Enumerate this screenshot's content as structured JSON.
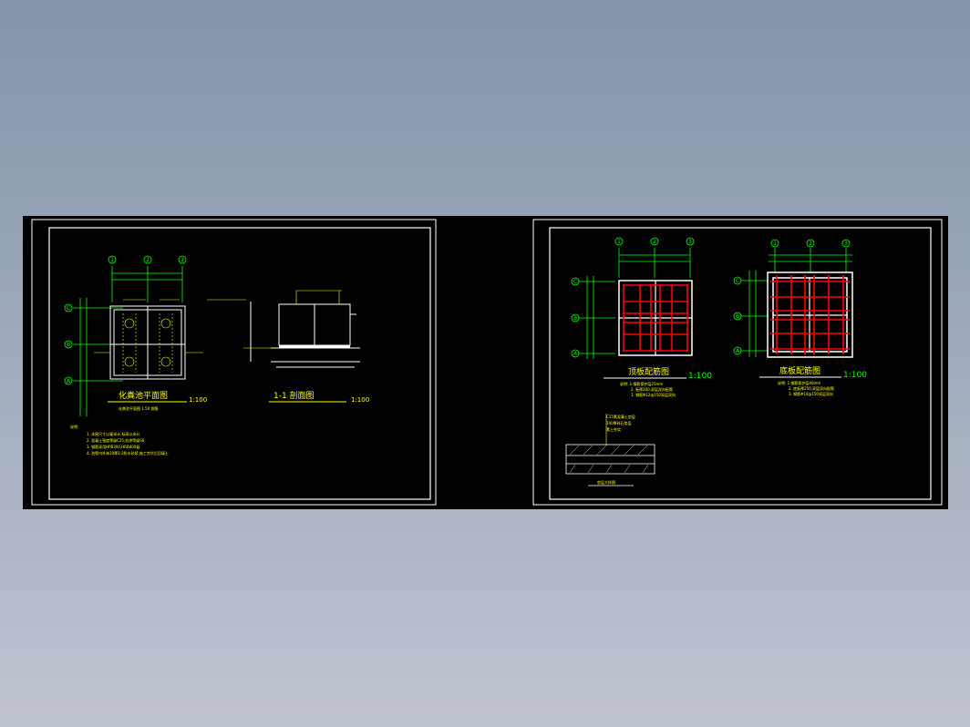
{
  "drawing": {
    "sheet1": {
      "plan": {
        "title": "化粪池平面图",
        "scale": "1:100",
        "axes_h": [
          "1",
          "2",
          "3"
        ],
        "axes_v": [
          "C",
          "B",
          "A"
        ],
        "note_under_title": "化粪池平面图 1:50 钢筋",
        "notes_heading": "说明:",
        "notes": [
          "1. 本图尺寸以毫米计,标高以米计",
          "2. 混凝土强度等级C25,抗渗等级S6",
          "3. 钢筋采用HPB300,HRB400级",
          "4. 池壁内外抹20厚1:2防水砂浆,施工完毕后回填土"
        ]
      },
      "section": {
        "title": "1-1 剖面图",
        "scale": "1:100"
      }
    },
    "sheet2": {
      "top_slab": {
        "title": "顶板配筋图",
        "scale": "1:100",
        "axes_h": [
          "1",
          "2",
          "3"
        ],
        "axes_v": [
          "C",
          "B",
          "A"
        ],
        "notes": [
          "说明: 1.钢筋保护层25mm",
          "2. 板厚200,双层双向配筋",
          "3. 钢筋Φ12@150双层双向"
        ]
      },
      "bottom_slab": {
        "title": "底板配筋图",
        "scale": "1:100",
        "axes_h": [
          "1",
          "2",
          "3"
        ],
        "axes_v": [
          "C",
          "B",
          "A"
        ],
        "notes": [
          "说明: 1.钢筋保护层40mm",
          "2. 底板厚250,双层双向配筋",
          "3. 钢筋Φ14@150双层双向"
        ]
      },
      "detail": {
        "title": "垫层大样图",
        "notes": [
          "C15素混凝土垫层",
          "100厚碎石垫层",
          "素土夯实"
        ]
      }
    },
    "colors": {
      "background": "#000000",
      "frame": "#ffffff",
      "title_text": "#ffff00",
      "axis_lines": "#00ff00",
      "rebar": "#ff0000",
      "outline": "#ffffff"
    }
  }
}
